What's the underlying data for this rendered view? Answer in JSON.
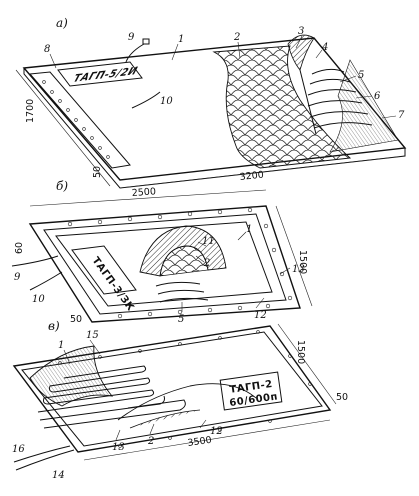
{
  "section_labels": {
    "a": "а)",
    "b": "б)",
    "v": "в)"
  },
  "panel_a": {
    "stamp": "ТАГП-5/2И",
    "dim_width": "3200",
    "dim_depth": "1700",
    "dim_edge": "50",
    "callouts": [
      "1",
      "2",
      "3",
      "4",
      "5",
      "6",
      "7",
      "8",
      "9",
      "10"
    ]
  },
  "panel_b": {
    "stamp": "ТАГП-3/ЗК",
    "dim_width": "2500",
    "dim_depth": "1500",
    "dim_edge_top": "60",
    "dim_edge_bottom": "50",
    "callouts": [
      "1",
      "2",
      "5",
      "9",
      "10",
      "11",
      "12",
      "13"
    ]
  },
  "panel_v": {
    "stamp_line1": "ТАГП-2",
    "stamp_line2": "60/600п",
    "dim_width": "3500",
    "dim_depth": "1500",
    "dim_edge": "50",
    "callouts": [
      "1",
      "2",
      "12",
      "13",
      "14",
      "15",
      "16"
    ]
  }
}
